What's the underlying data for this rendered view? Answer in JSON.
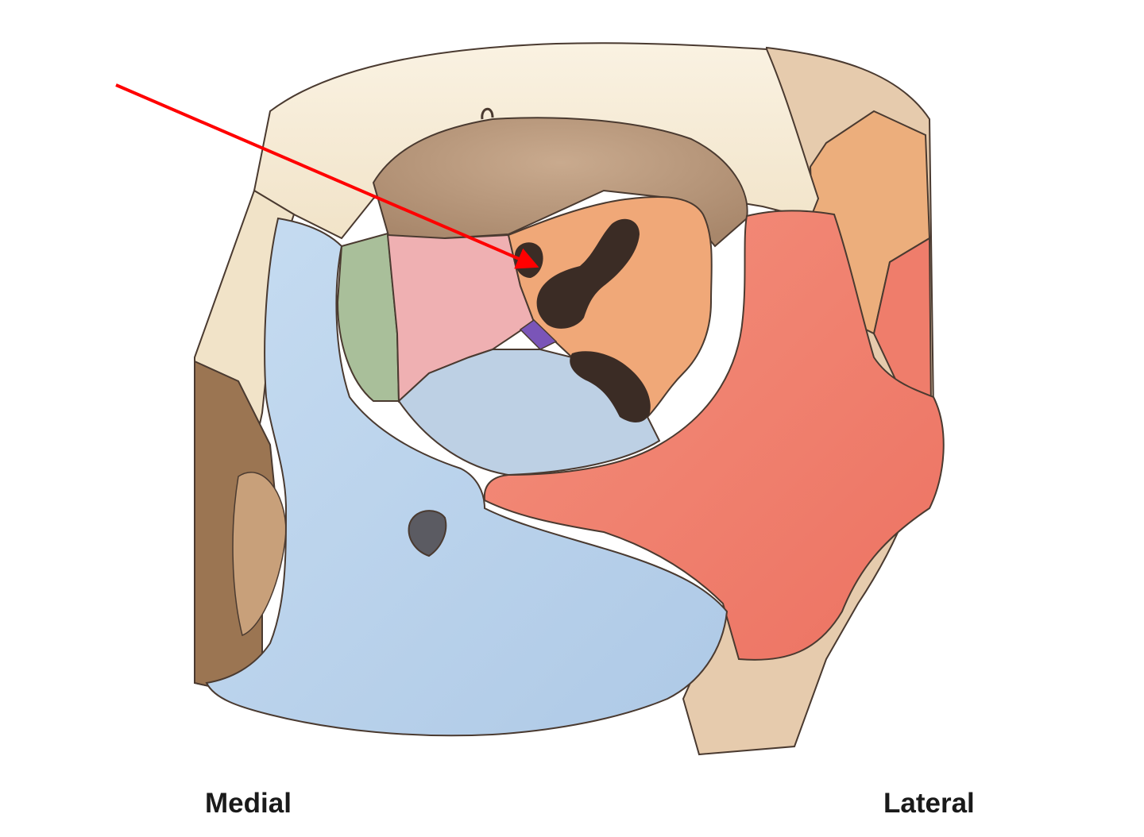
{
  "labels": {
    "medial": "Medial",
    "lateral": "Lateral"
  },
  "colors": {
    "frontal_bone": "#f6ecd8",
    "orbit_roof_shadow": "#c4a48a",
    "ethmoid": "#a9bf9a",
    "lacrimal": "#eeaeb0",
    "sphenoid": "#f0a878",
    "palatine": "#7a55b8",
    "maxilla": "#bcd4ec",
    "zygomatic": "#f07c6a",
    "temporal_region": "#e3c7a8",
    "nasal_cavity": "#9a7250",
    "foramina": "#3b2c25",
    "pointer_arrow": "#ff0000"
  },
  "pointer": {
    "target_structure": "optic-canal"
  }
}
